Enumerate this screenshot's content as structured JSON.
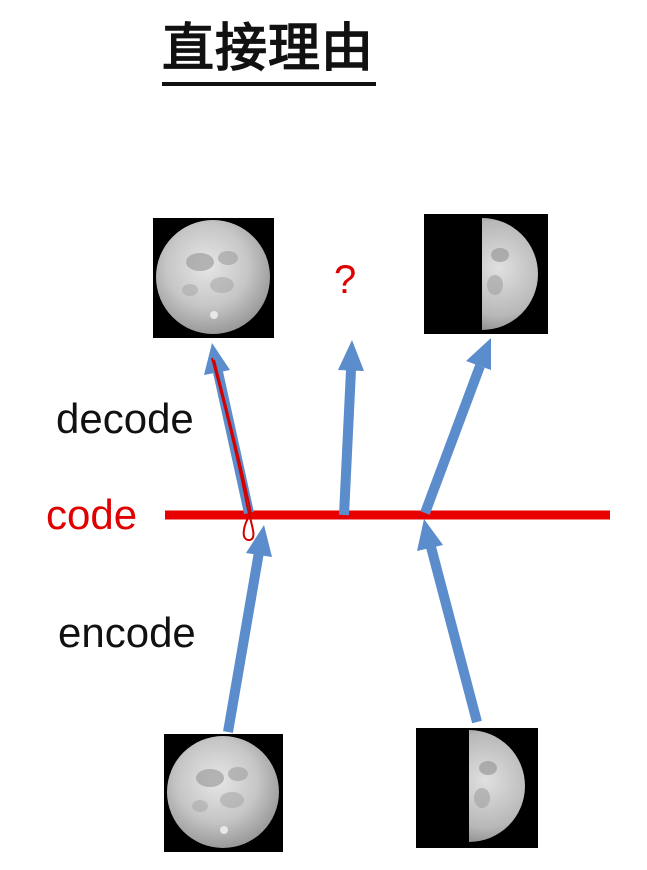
{
  "title": "直接理由",
  "labels": {
    "decode": "decode",
    "code": "code",
    "encode": "encode",
    "question": "?"
  },
  "colors": {
    "arrow": "#5b8ccb",
    "code_line": "#e80000",
    "annotation": "#d40000",
    "moon_bg": "#000000",
    "moon_face": "#c9c9c9"
  },
  "images": {
    "top_left": "full-moon-image",
    "top_right": "half-moon-image",
    "bottom_left": "full-moon-image",
    "bottom_right": "half-moon-image"
  }
}
